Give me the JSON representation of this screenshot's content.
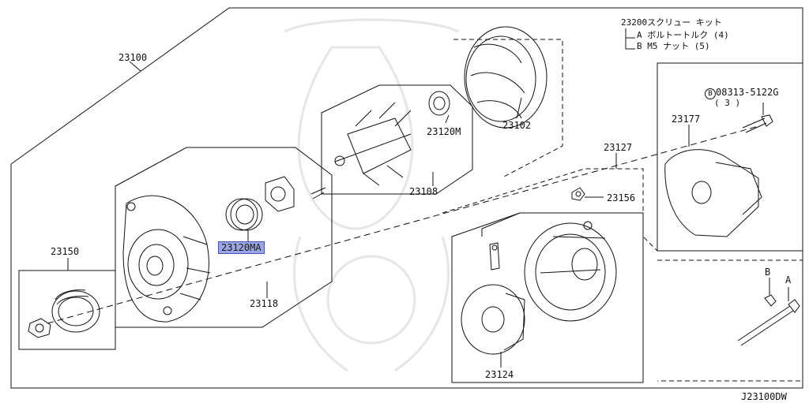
{
  "diagram": {
    "drawing_id": "J23100DW",
    "parts": {
      "p23100": "23100",
      "p23150": "23150",
      "p23118": "23118",
      "p23120MA": "23120MA",
      "p23108": "23108",
      "p23120M": "23120M",
      "p23102": "23102",
      "p23127": "23127",
      "p23156": "23156",
      "p23124": "23124",
      "p23177": "23177",
      "p08313": "08313-5122G",
      "p08313_qty": "( 3 )",
      "p08313_prefix": "B"
    },
    "kit": {
      "title": "23200スクリュー キット",
      "line_a": "A  ボルトートルク (4)",
      "line_b": "B  M5 ナット    (5)"
    },
    "letters": {
      "a": "A",
      "b": "B"
    },
    "highlight_color": "#9aa6e6"
  }
}
